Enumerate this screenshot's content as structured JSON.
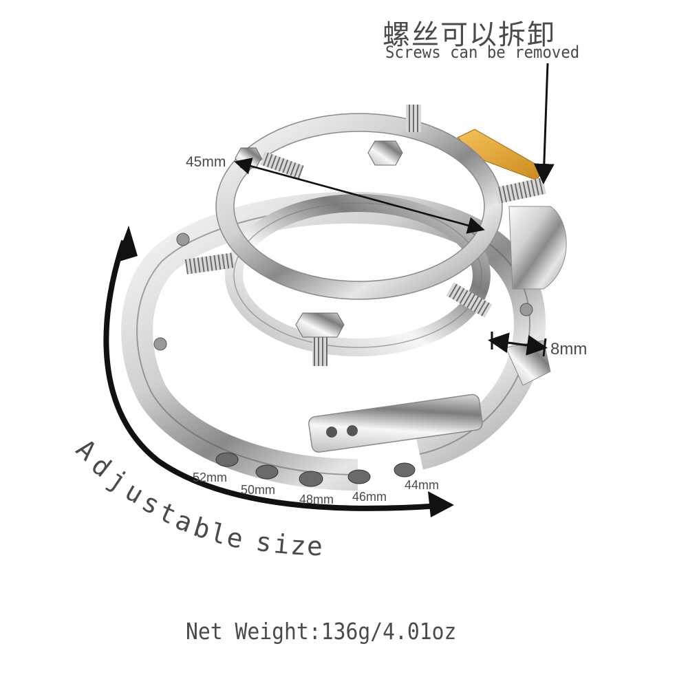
{
  "header": {
    "title_cn": "螺丝可以拆卸",
    "title_en": "Screws can be removed"
  },
  "dimensions": {
    "outer_diameter": "45mm",
    "width": "8mm"
  },
  "size_holes": [
    "52mm",
    "50mm",
    "48mm",
    "46mm",
    "44mm"
  ],
  "adjustable": {
    "label": "Adjustable size",
    "letters": [
      "A",
      "d",
      "j",
      "u",
      "s",
      "t",
      "a",
      "b",
      "l",
      "e",
      " ",
      "s",
      "i",
      "z",
      "e"
    ]
  },
  "footer": {
    "net_weight": "Net Weight:136g/4.01oz"
  },
  "colors": {
    "text": "#4a4a4a",
    "arrow": "#111111",
    "steel_light": "#f2f2f2",
    "steel_mid": "#c8c8c8",
    "steel_dark": "#6e6e6e",
    "lock_gold": "#e0a23a"
  }
}
